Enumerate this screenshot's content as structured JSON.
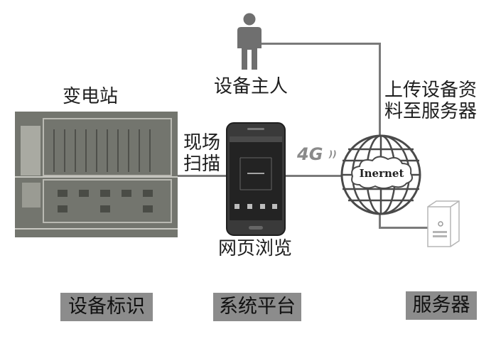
{
  "labels": {
    "substation": "变电站",
    "owner": "设备主人",
    "scan_line1": "现场",
    "scan_line2": "扫描",
    "browse": "网页浏览",
    "upload_line1": "上传设备资",
    "upload_line2": "料至服务器",
    "network": "4G",
    "internet": "Inernet"
  },
  "bottom_tags": {
    "left": "设备标识",
    "middle": "系统平台",
    "right": "服务器"
  },
  "colors": {
    "connector": "#7a7a7a",
    "tag_bg": "#8c8c8c",
    "person": "#6f6f6f",
    "globe": "#4a4a4a",
    "phone_body": "#3a3a3a"
  },
  "icons": [
    "person-icon",
    "substation-photo",
    "smartphone-icon",
    "4g-icon",
    "internet-globe-icon",
    "server-icon"
  ]
}
